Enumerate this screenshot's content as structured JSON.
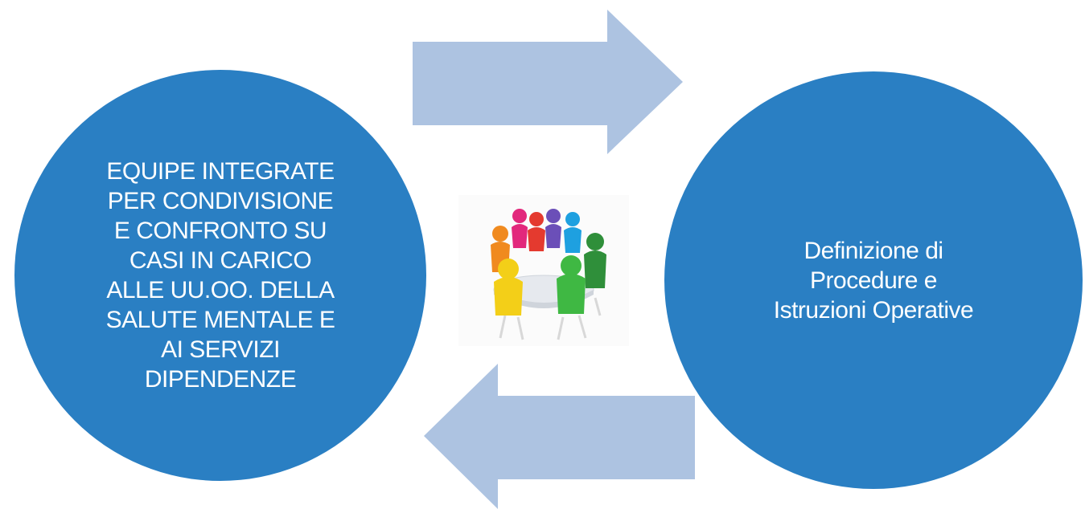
{
  "diagram": {
    "left_node": {
      "lines": [
        "EQUIPE INTEGRATE",
        "PER CONDIVISIONE",
        "E CONFRONTO SU",
        "CASI IN CARICO",
        "ALLE UU.OO. DELLA",
        "SALUTE MENTALE E",
        "AI SERVIZI",
        "DIPENDENZE"
      ]
    },
    "right_node": {
      "lines": [
        "Definizione di",
        "Procedure e",
        "Istruzioni Operative"
      ]
    },
    "colors": {
      "circle": "#2a7fc3",
      "arrow": "#adc3e1"
    },
    "center_image": "team-meeting-round-table-figures"
  }
}
